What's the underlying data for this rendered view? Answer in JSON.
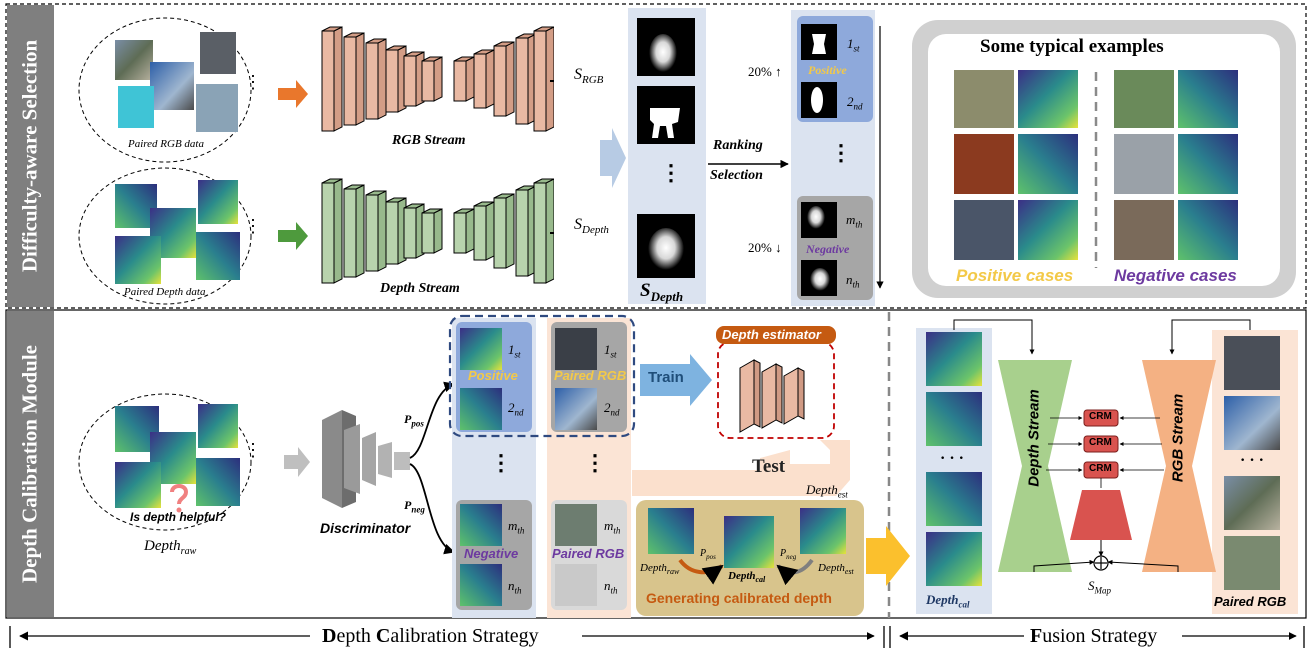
{
  "top_row": {
    "side_label": "Difficulty-aware Selection",
    "rgb_pool_caption": "Paired RGB data",
    "depth_pool_caption": "Paired Depth data",
    "rgb_stream_label": "RGB Stream",
    "depth_stream_label": "Depth Stream",
    "s_rgb": {
      "base": "S",
      "sub": "RGB"
    },
    "s_depth": {
      "base": "S",
      "sub": "Depth"
    },
    "s_depth_col": {
      "base": "S",
      "sub": "Depth"
    },
    "ranking_line1": "Ranking",
    "ranking_line2": "Selection",
    "top_pct": "20% ↑",
    "bottom_pct": "20% ↓",
    "rank_1": {
      "base": "1",
      "sub": "st"
    },
    "rank_2": {
      "base": "2",
      "sub": "nd"
    },
    "rank_m": {
      "base": "m",
      "sub": "th"
    },
    "rank_n": {
      "base": "n",
      "sub": "th"
    },
    "positive_label": "Positive",
    "negative_label": "Negative",
    "examples_title": "Some typical examples",
    "positive_cases": "Positive cases",
    "negative_cases": "Negative cases"
  },
  "bottom_row": {
    "side_label": "Depth Calibration Module",
    "question": "Is depth helpful?",
    "depth_raw": {
      "base": "Depth",
      "sub": "raw"
    },
    "discriminator": "Discriminator",
    "p_pos": {
      "base": "P",
      "sub": "pos"
    },
    "p_neg": {
      "base": "P",
      "sub": "neg"
    },
    "rank_1": {
      "base": "1",
      "sub": "st"
    },
    "rank_2": {
      "base": "2",
      "sub": "nd"
    },
    "rank_m": {
      "base": "m",
      "sub": "th"
    },
    "rank_n": {
      "base": "n",
      "sub": "th"
    },
    "rgb_rank_1": {
      "base": "1",
      "sub": "st"
    },
    "rgb_rank_2": {
      "base": "2",
      "sub": "nd"
    },
    "rgb_rank_m": {
      "base": "m",
      "sub": "th"
    },
    "rgb_rank_n": {
      "base": "n",
      "sub": "th"
    },
    "positive_label": "Positive",
    "negative_label": "Negative",
    "paired_rgb_pos": "Paired RGB",
    "paired_rgb_neg": "Paired RGB",
    "train": "Train",
    "test": "Test",
    "depth_estimator": "Depth estimator",
    "depth_est": {
      "base": "Depth",
      "sub": "est"
    },
    "gen_depth_raw": {
      "base": "Depth",
      "sub": "raw"
    },
    "gen_depth_cal": {
      "base": "Depth",
      "sub": "cal"
    },
    "gen_depth_est": {
      "base": "Depth",
      "sub": "est"
    },
    "gen_p_pos": {
      "base": "P",
      "sub": "pos"
    },
    "gen_p_neg": {
      "base": "P",
      "sub": "neg"
    },
    "generating_label": "Generating calibrated depth",
    "fusion_depth_cal": {
      "base": "Depth",
      "sub": "cal"
    },
    "fusion_depth_stream": "Depth Stream",
    "fusion_rgb_stream": "RGB Stream",
    "crm_labels": [
      "CRM",
      "CRM",
      "CRM"
    ],
    "s_map": {
      "base": "S",
      "sub": "Map"
    },
    "fusion_paired_rgb": "Paired RGB",
    "dots": "· · ·",
    "vdots": "⋮"
  },
  "footer": {
    "left_title_a": "D",
    "left_title_b": "epth ",
    "left_title_c": "C",
    "left_title_d": "alibration Strategy",
    "right_title_a": "F",
    "right_title_b": "usion Strategy"
  },
  "colors": {
    "rgb_stream": "#e9b9a3",
    "depth_stream": "#b8d3ad",
    "positive_yellow": "#f3c948",
    "negative_purple": "#6d3aa0",
    "crm_red": "#d9534f",
    "fusion_depth": "#a8d08d",
    "fusion_rgb": "#f4b183",
    "generate_box": "#d8c48c",
    "train_arrow": "#7eb3e0",
    "orange_arrow": "#e9772c",
    "green_arrow": "#4e9a3d"
  }
}
